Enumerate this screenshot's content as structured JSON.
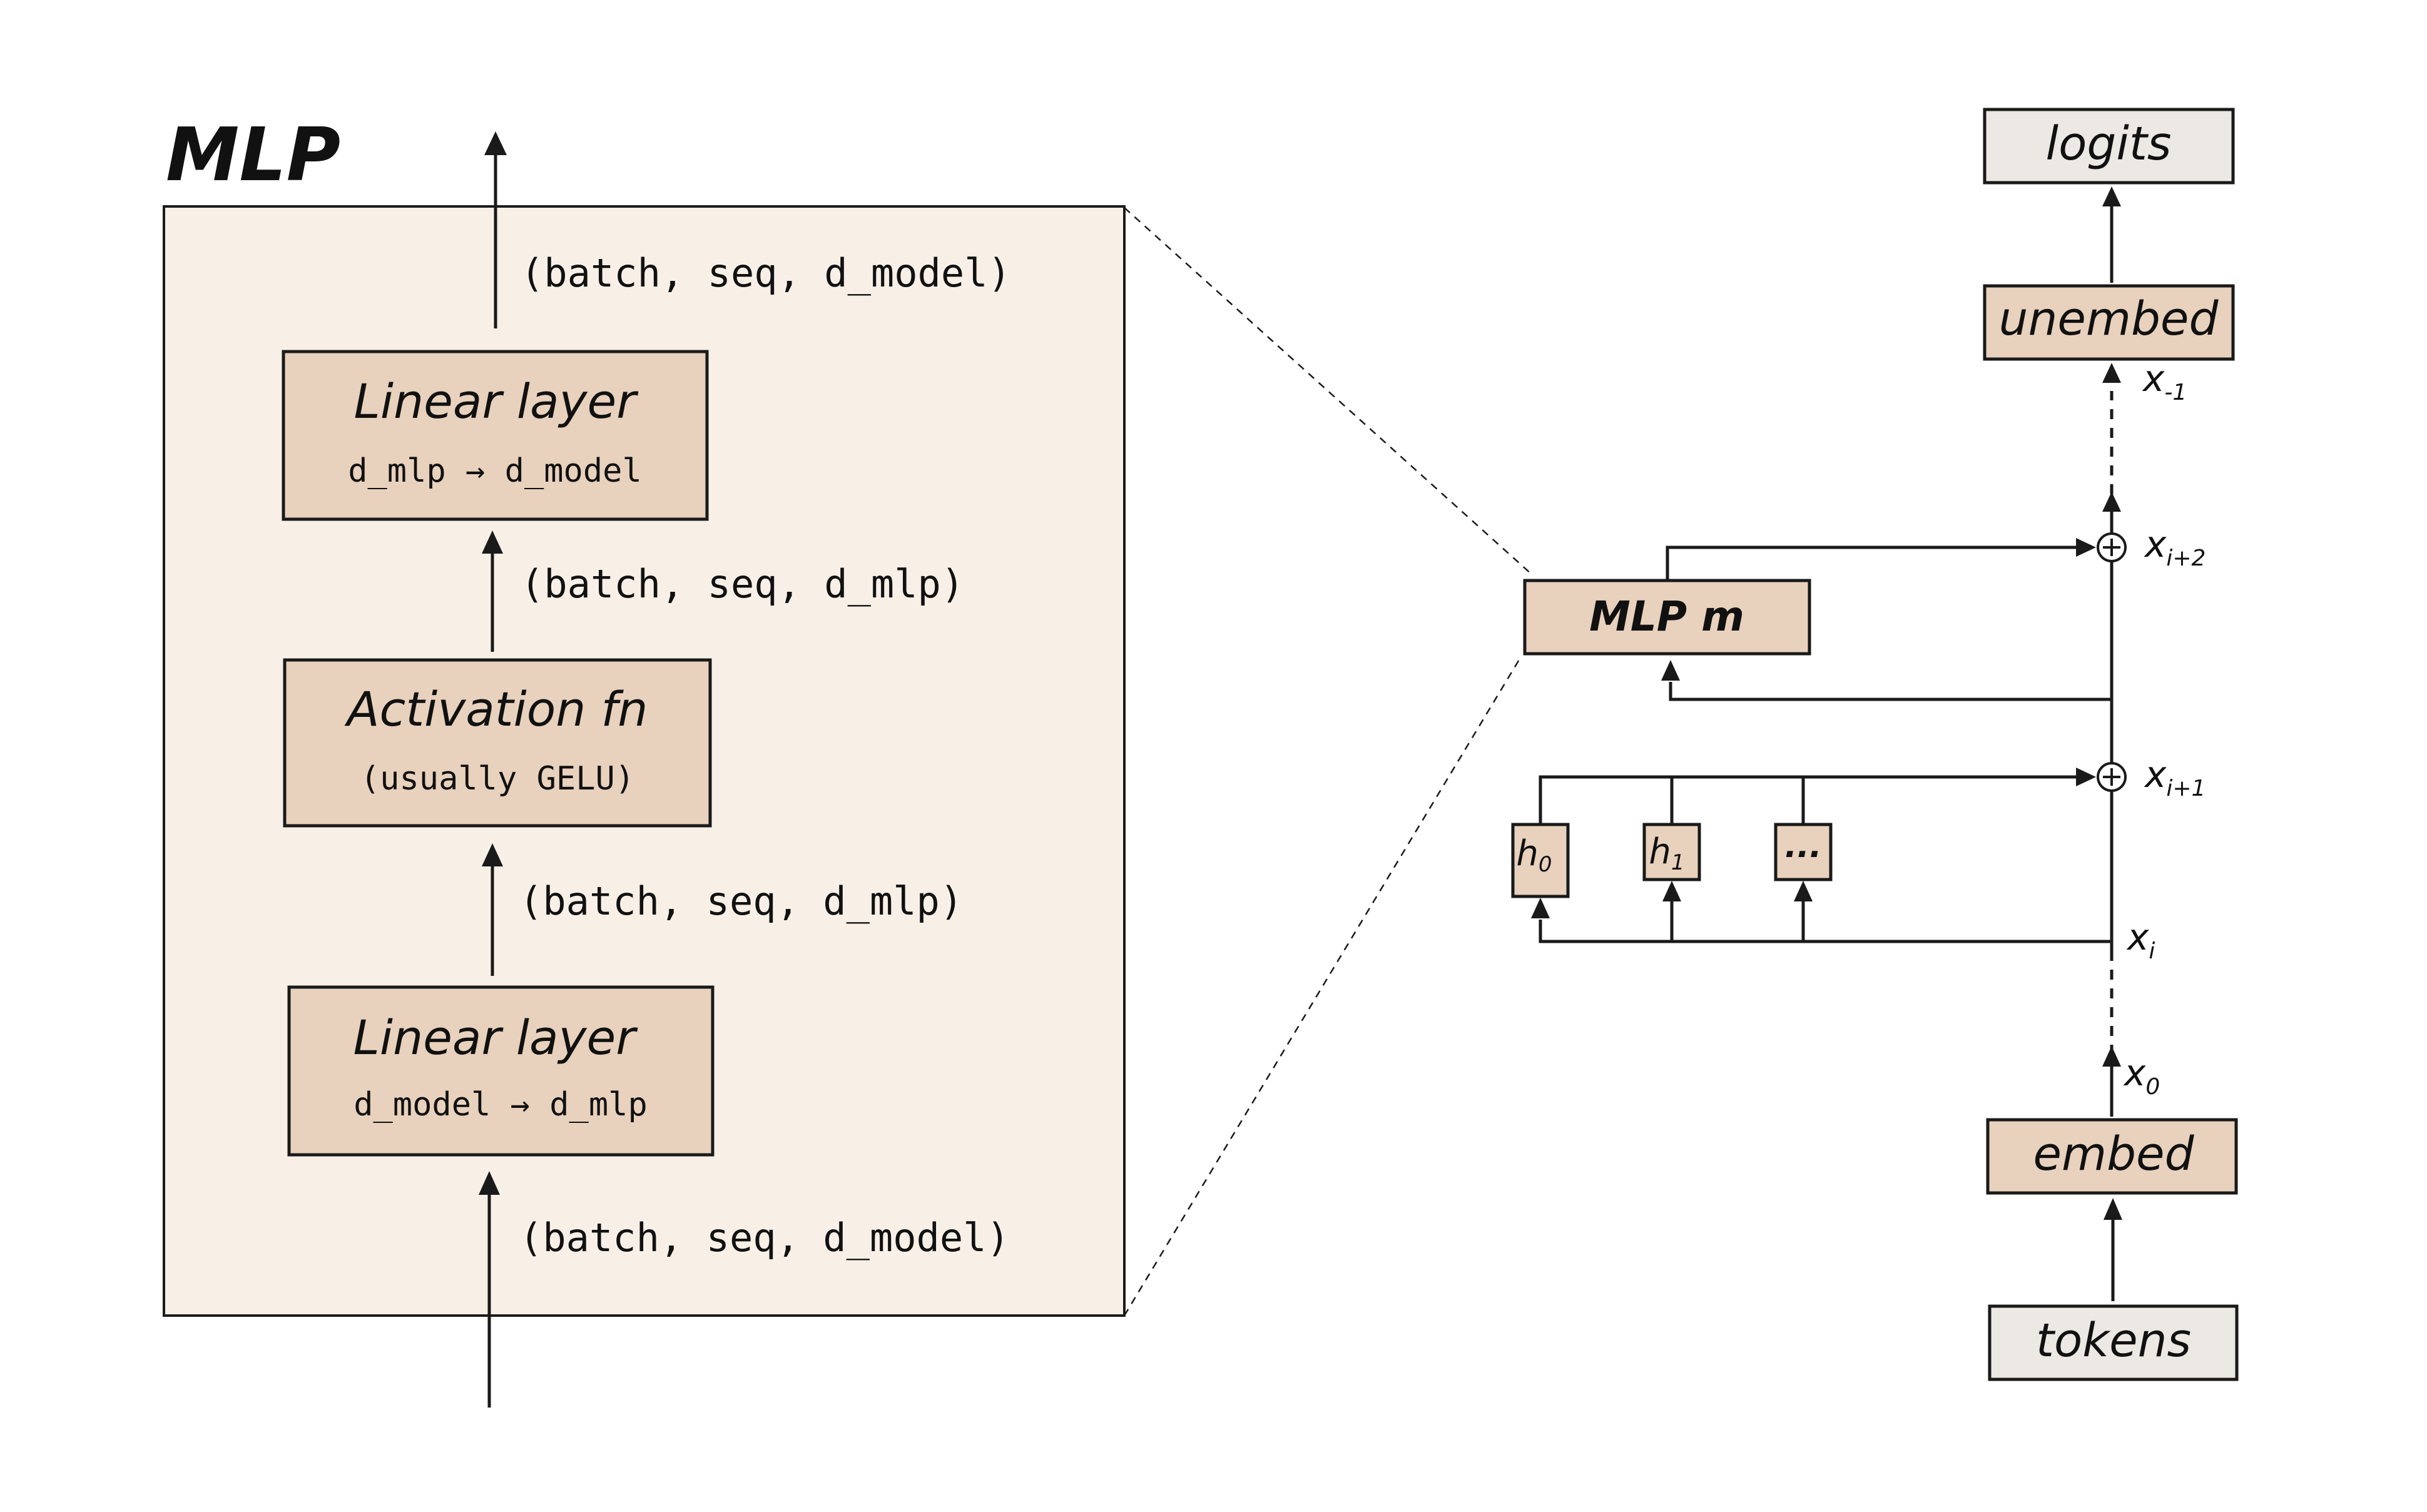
{
  "mlp_panel": {
    "title": "MLP",
    "shape_output": "(batch, seq, d_model)",
    "linear_out": {
      "title": "Linear layer",
      "subtitle": "d_mlp → d_model"
    },
    "shape_mid_upper": "(batch, seq, d_mlp)",
    "activation": {
      "title": "Activation fn",
      "subtitle": "(usually GELU)"
    },
    "shape_mid_lower": "(batch, seq, d_mlp)",
    "linear_in": {
      "title": "Linear layer",
      "subtitle": "d_model → d_mlp"
    },
    "shape_input": "(batch, seq, d_model)"
  },
  "residual_stream": {
    "logits": "logits",
    "unembed": "unembed",
    "x_last": {
      "base": "x",
      "sub": "-1"
    },
    "x_i2": {
      "base": "x",
      "sub": "i+2"
    },
    "mlp_block": "MLP m",
    "x_i1": {
      "base": "x",
      "sub": "i+1"
    },
    "heads": [
      {
        "base": "h",
        "sub": "0"
      },
      {
        "base": "h",
        "sub": "1"
      },
      {
        "base": "...",
        "sub": ""
      }
    ],
    "x_i": {
      "base": "x",
      "sub": "i"
    },
    "x_0": {
      "base": "x",
      "sub": "0"
    },
    "embed": "embed",
    "tokens": "tokens"
  },
  "colors": {
    "box_fill": "#e8d2bd",
    "io_box_fill": "#ece8e4",
    "panel_fill": "#f8f0e7",
    "stroke": "#1a1a1a"
  }
}
